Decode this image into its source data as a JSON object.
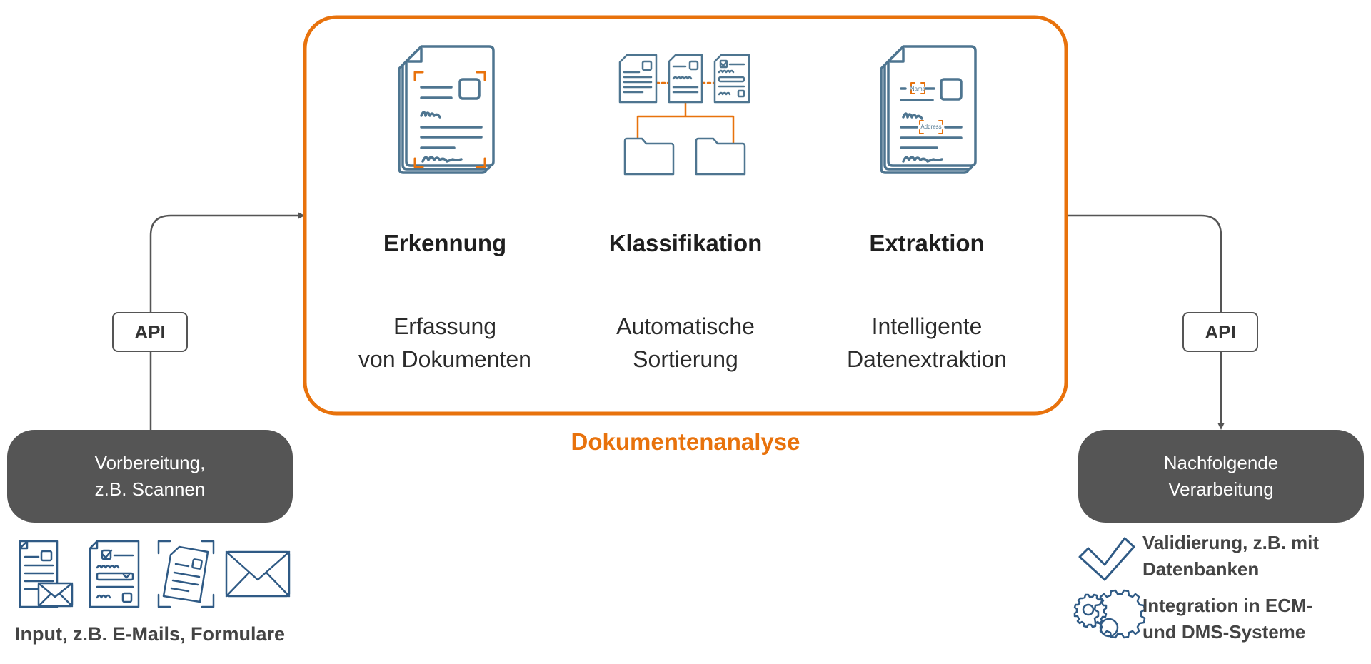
{
  "diagram": {
    "analysis_label": "Dokumentenanalyse",
    "steps": [
      {
        "title": "Erkennung",
        "desc_line1": "Erfassung",
        "desc_line2": "von Dokumenten",
        "icon": "document-scan-icon"
      },
      {
        "title": "Klassifikation",
        "desc_line1": "Automatische",
        "desc_line2": "Sortierung",
        "icon": "classification-folders-icon"
      },
      {
        "title": "Extraktion",
        "desc_line1": "Intelligente",
        "desc_line2": "Datenextraktion",
        "icon": "document-extraction-icon"
      }
    ],
    "extraction_tags": {
      "name": "Name",
      "address": "Address"
    },
    "api_left": "API",
    "api_right": "API",
    "prep_box": {
      "line1": "Vorbereitung,",
      "line2": "z.B. Scannen"
    },
    "next_box": {
      "line1": "Nachfolgende",
      "line2": "Verarbeitung"
    },
    "input_caption": "Input, z.B. E-Mails, Formulare",
    "input_icons": [
      "document-envelope-icon",
      "form-document-icon",
      "scanned-document-icon",
      "envelope-icon"
    ],
    "next_items": [
      {
        "icon": "checkmark-icon",
        "line1": "Validierung, z.B. mit",
        "line2": "Datenbanken"
      },
      {
        "icon": "gear-icon",
        "line1": "Integration in ECM-",
        "line2": "und DMS-Systeme"
      }
    ],
    "colors": {
      "accent": "#E8720C",
      "doc_blue": "#4E7590",
      "input_blue": "#2F5A85",
      "dark_box": "#555555",
      "connector": "#555555"
    }
  }
}
